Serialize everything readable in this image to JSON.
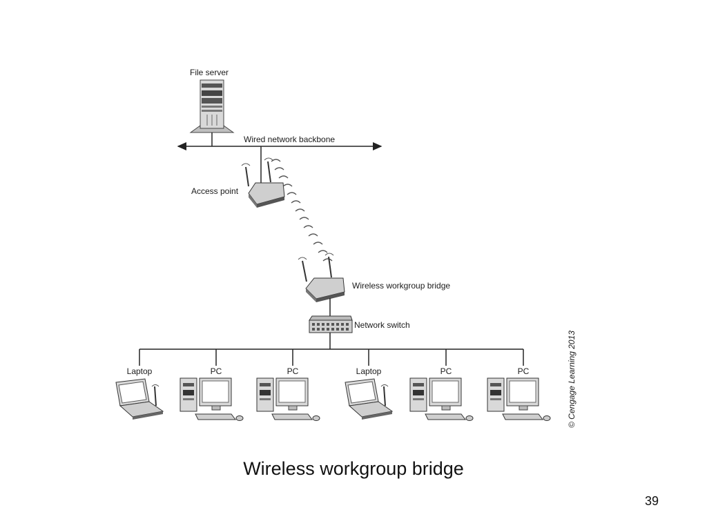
{
  "diagram": {
    "file_server_label": "File server",
    "backbone_label": "Wired network backbone",
    "access_point_label": "Access point",
    "bridge_label": "Wireless workgroup bridge",
    "switch_label": "Network switch",
    "copyright": "© Cengage Learning 2013",
    "clients": [
      {
        "label": "Laptop",
        "kind": "laptop"
      },
      {
        "label": "PC",
        "kind": "pc"
      },
      {
        "label": "PC",
        "kind": "pc"
      },
      {
        "label": "Laptop",
        "kind": "laptop"
      },
      {
        "label": "PC",
        "kind": "pc"
      },
      {
        "label": "PC",
        "kind": "pc"
      }
    ]
  },
  "caption": "Wireless workgroup bridge",
  "page_number": "39",
  "colors": {
    "line": "#222222",
    "device_fill": "#d9d9d9",
    "device_dark": "#555555"
  }
}
